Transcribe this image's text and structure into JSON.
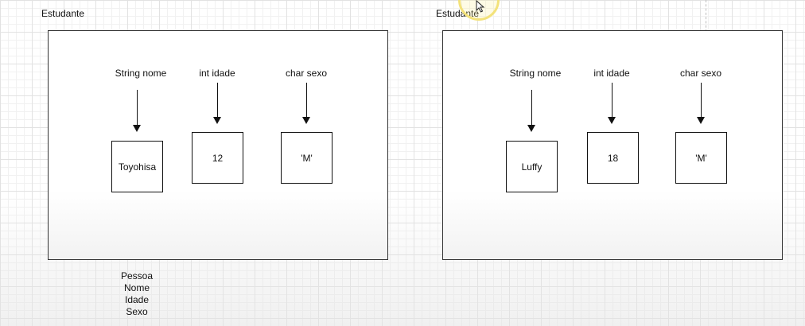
{
  "objects": [
    {
      "label": "Estudante",
      "fields": [
        {
          "label": "String nome",
          "value": "Toyohisa"
        },
        {
          "label": "int idade",
          "value": "12"
        },
        {
          "label": "char sexo",
          "value": "'M'"
        }
      ]
    },
    {
      "label": "Estudante",
      "fields": [
        {
          "label": "String nome",
          "value": "Luffy"
        },
        {
          "label": "int idade",
          "value": "18"
        },
        {
          "label": "char sexo",
          "value": "'M'"
        }
      ]
    }
  ],
  "class_note": {
    "title": "Pessoa",
    "attributes": [
      "Nome",
      "Idade",
      "Sexo"
    ]
  },
  "colors": {
    "stroke": "#111111",
    "grid": "#e2e2e2",
    "cursor_highlight": "#f3e27a"
  },
  "icons": [
    "cursor-highlight-icon",
    "mouse-pointer-icon",
    "arrow-down-icon"
  ]
}
